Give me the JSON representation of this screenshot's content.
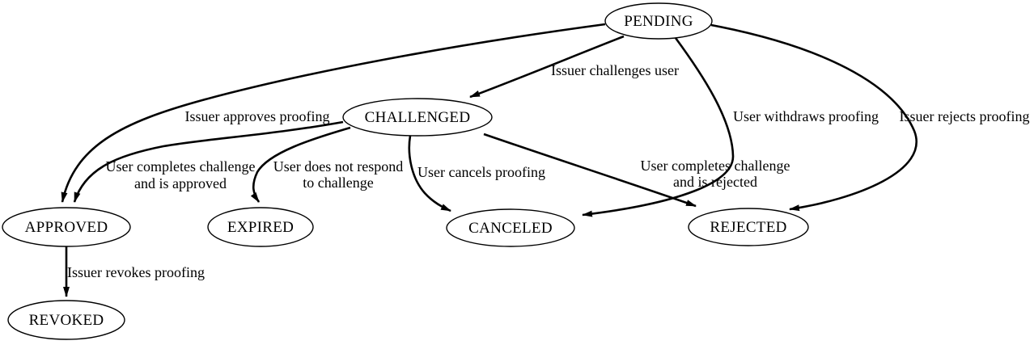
{
  "diagram": {
    "type": "state-graph",
    "colors": {
      "background": "#ffffff",
      "stroke": "#000000",
      "text": "#000000"
    },
    "nodes": {
      "pending": {
        "label": "PENDING"
      },
      "challenged": {
        "label": "CHALLENGED"
      },
      "approved": {
        "label": "APPROVED"
      },
      "expired": {
        "label": "EXPIRED"
      },
      "canceled": {
        "label": "CANCELED"
      },
      "rejected": {
        "label": "REJECTED"
      },
      "revoked": {
        "label": "REVOKED"
      }
    },
    "edges": [
      {
        "id": "pending-challenged",
        "from": "PENDING",
        "to": "CHALLENGED",
        "label_lines": [
          "Issuer challenges user"
        ]
      },
      {
        "id": "pending-approved",
        "from": "PENDING",
        "to": "APPROVED",
        "label_lines": [
          "Issuer approves proofing"
        ]
      },
      {
        "id": "pending-canceled",
        "from": "PENDING",
        "to": "CANCELED",
        "label_lines": [
          "User withdraws proofing"
        ]
      },
      {
        "id": "pending-rejected",
        "from": "PENDING",
        "to": "REJECTED",
        "label_lines": [
          "Issuer rejects proofing"
        ]
      },
      {
        "id": "challenged-approved",
        "from": "CHALLENGED",
        "to": "APPROVED",
        "label_lines": [
          "User completes challenge",
          "and is approved"
        ]
      },
      {
        "id": "challenged-expired",
        "from": "CHALLENGED",
        "to": "EXPIRED",
        "label_lines": [
          "User does not respond",
          "to challenge"
        ]
      },
      {
        "id": "challenged-canceled",
        "from": "CHALLENGED",
        "to": "CANCELED",
        "label_lines": [
          "User cancels proofing"
        ]
      },
      {
        "id": "challenged-rejected",
        "from": "CHALLENGED",
        "to": "REJECTED",
        "label_lines": [
          "User completes challenge",
          "and is rejected"
        ]
      },
      {
        "id": "approved-revoked",
        "from": "APPROVED",
        "to": "REVOKED",
        "label_lines": [
          "Issuer revokes proofing"
        ]
      }
    ]
  }
}
